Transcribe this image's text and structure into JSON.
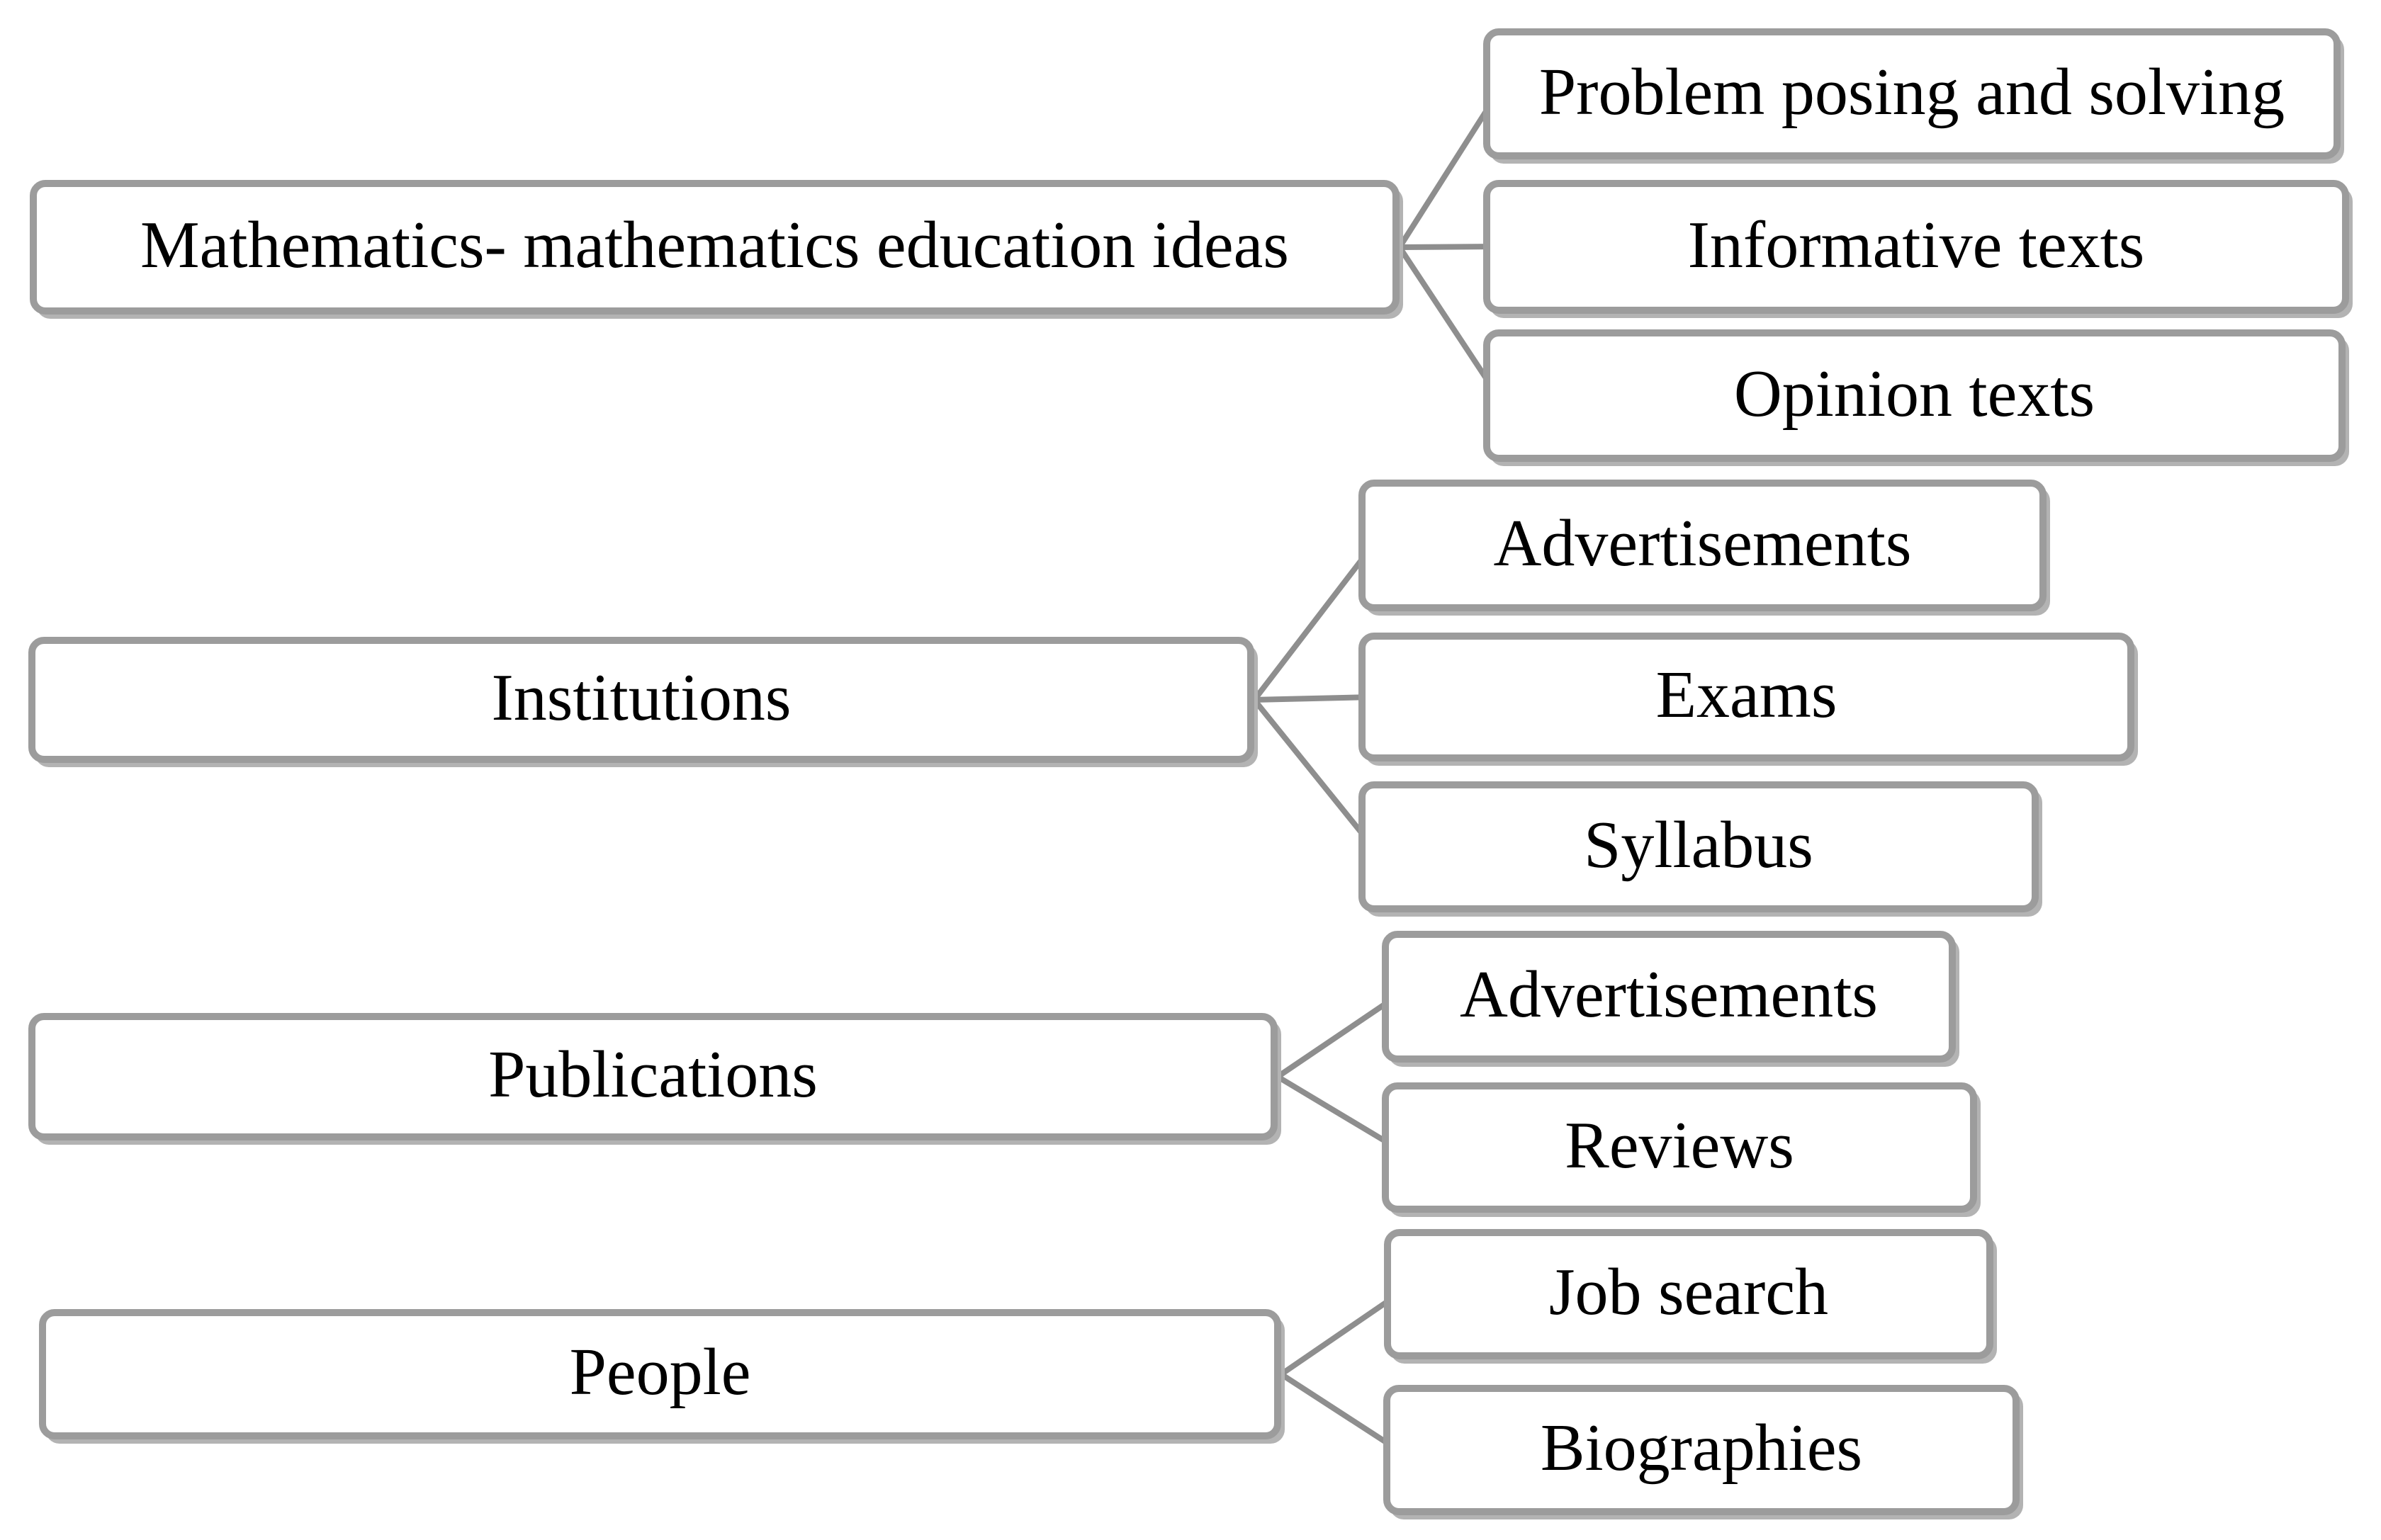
{
  "diagram": {
    "groups": [
      {
        "parent": {
          "label": "Mathematics- mathematics education ideas"
        },
        "children": [
          {
            "label": "Problem posing and solving"
          },
          {
            "label": "Informative texts"
          },
          {
            "label": "Opinion texts"
          }
        ]
      },
      {
        "parent": {
          "label": "Institutions"
        },
        "children": [
          {
            "label": "Advertisements"
          },
          {
            "label": "Exams"
          },
          {
            "label": "Syllabus"
          }
        ]
      },
      {
        "parent": {
          "label": "Publications"
        },
        "children": [
          {
            "label": "Advertisements"
          },
          {
            "label": "Reviews"
          }
        ]
      },
      {
        "parent": {
          "label": "People"
        },
        "children": [
          {
            "label": "Job search"
          },
          {
            "label": "Biographies"
          }
        ]
      }
    ],
    "colors": {
      "box_border": "#9c9c9c",
      "connector": "#8e8e8e",
      "text": "#000000",
      "background": "#ffffff"
    }
  }
}
